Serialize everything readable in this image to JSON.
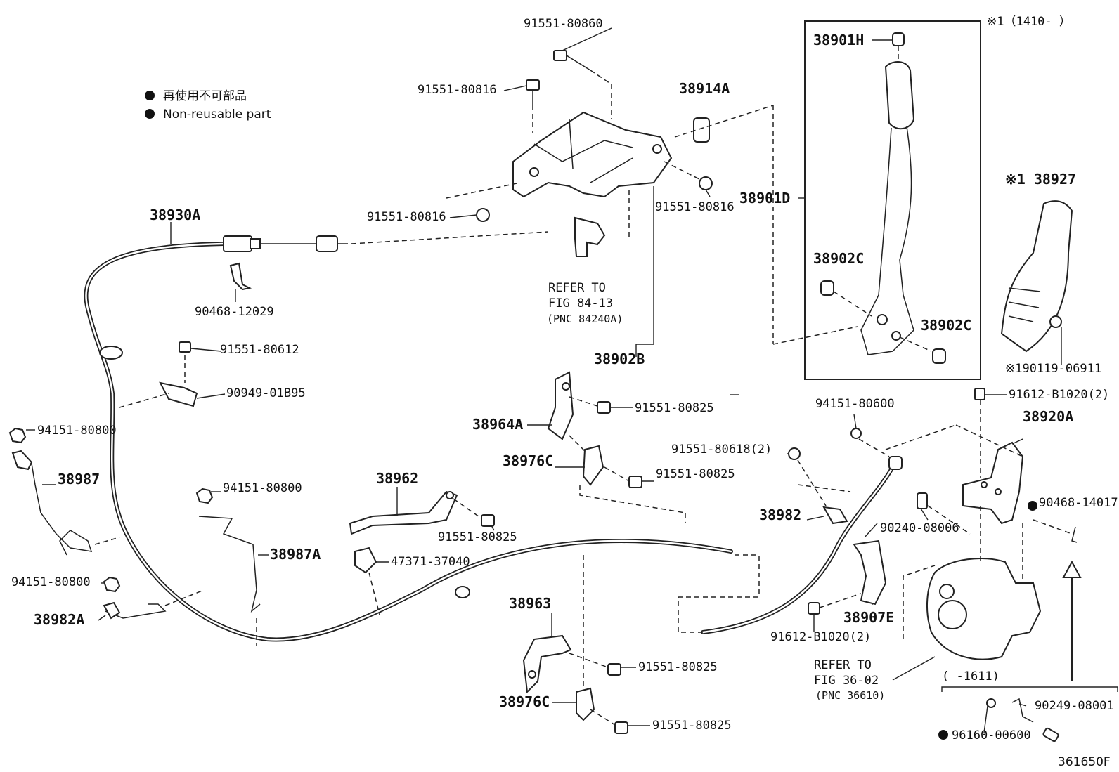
{
  "legend": {
    "line_ja": "再使用不可部品",
    "line_en": "Non-reusable part"
  },
  "header": {
    "applicability": "※1（1410-      ）"
  },
  "figure_code": "361650F",
  "parts": {
    "p91551_80860": "91551-80860",
    "p91551_80816_top": "91551-80816",
    "p38914A": "38914A",
    "p38901H": "38901H",
    "p91551_80816_left": "91551-80816",
    "p91551_80816_right": "91551-80816",
    "p38901D": "38901D",
    "p38927": "※1 38927",
    "p38930A": "38930A",
    "p90468_12029": "90468-12029",
    "p38902C_a": "38902C",
    "p38902C_b": "38902C",
    "p91551_80612": "91551-80612",
    "p90949_01B95": "90949-01B95",
    "p38902B": "38902B",
    "p190119_06911": "※190119-06911",
    "p91612_B1020_top": "91612-B1020(2)",
    "p94151_80600": "94151-80600",
    "p38920A": "38920A",
    "p91551_80825_a": "91551-80825",
    "p38964A": "38964A",
    "p94151_80800_a": "94151-80800",
    "p38987": "38987",
    "p91551_80618": "91551-80618(2)",
    "p38976C_a": "38976C",
    "p91551_80825_b": "91551-80825",
    "p38962": "38962",
    "p94151_80800_b": "94151-80800",
    "p90468_14017": "90468-14017",
    "p38982": "38982",
    "p90240_08006": "90240-08006",
    "p38987A": "38987A",
    "p91551_80825_c": "91551-80825",
    "p47371_37040": "47371-37040",
    "p94151_80800_c": "94151-80800",
    "p38982A": "38982A",
    "p38963": "38963",
    "p38907E": "38907E",
    "p91612_B1020_bot": "91612-B1020(2)",
    "p91551_80825_d": "91551-80825",
    "p38976C_b": "38976C",
    "p91551_80825_e": "91551-80825",
    "p90249_08001": "90249-08001",
    "p96160_00600": "96160-00600",
    "p1611": "(     -1611)"
  },
  "references": {
    "fig84_line1": "REFER TO",
    "fig84_line2": "FIG 84-13",
    "fig84_line3": "(PNC 84240A)",
    "fig36_line1": "REFER TO",
    "fig36_line2": "FIG 36-02",
    "fig36_line3": "(PNC 36610)"
  }
}
